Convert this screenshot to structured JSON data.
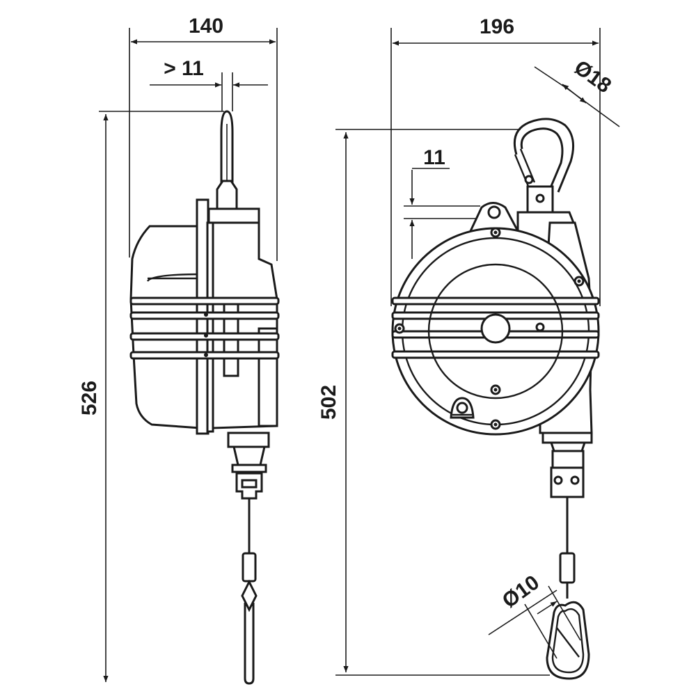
{
  "dimensions": {
    "side_width": "140",
    "gap_min": "> 11",
    "side_height": "526",
    "front_width": "196",
    "hook_diameter": "Ø18",
    "rail_spacing": "11",
    "front_height": "502",
    "carabiner_diameter": "Ø10"
  },
  "colors": {
    "line": "#1a1a1a",
    "background": "#ffffff"
  }
}
